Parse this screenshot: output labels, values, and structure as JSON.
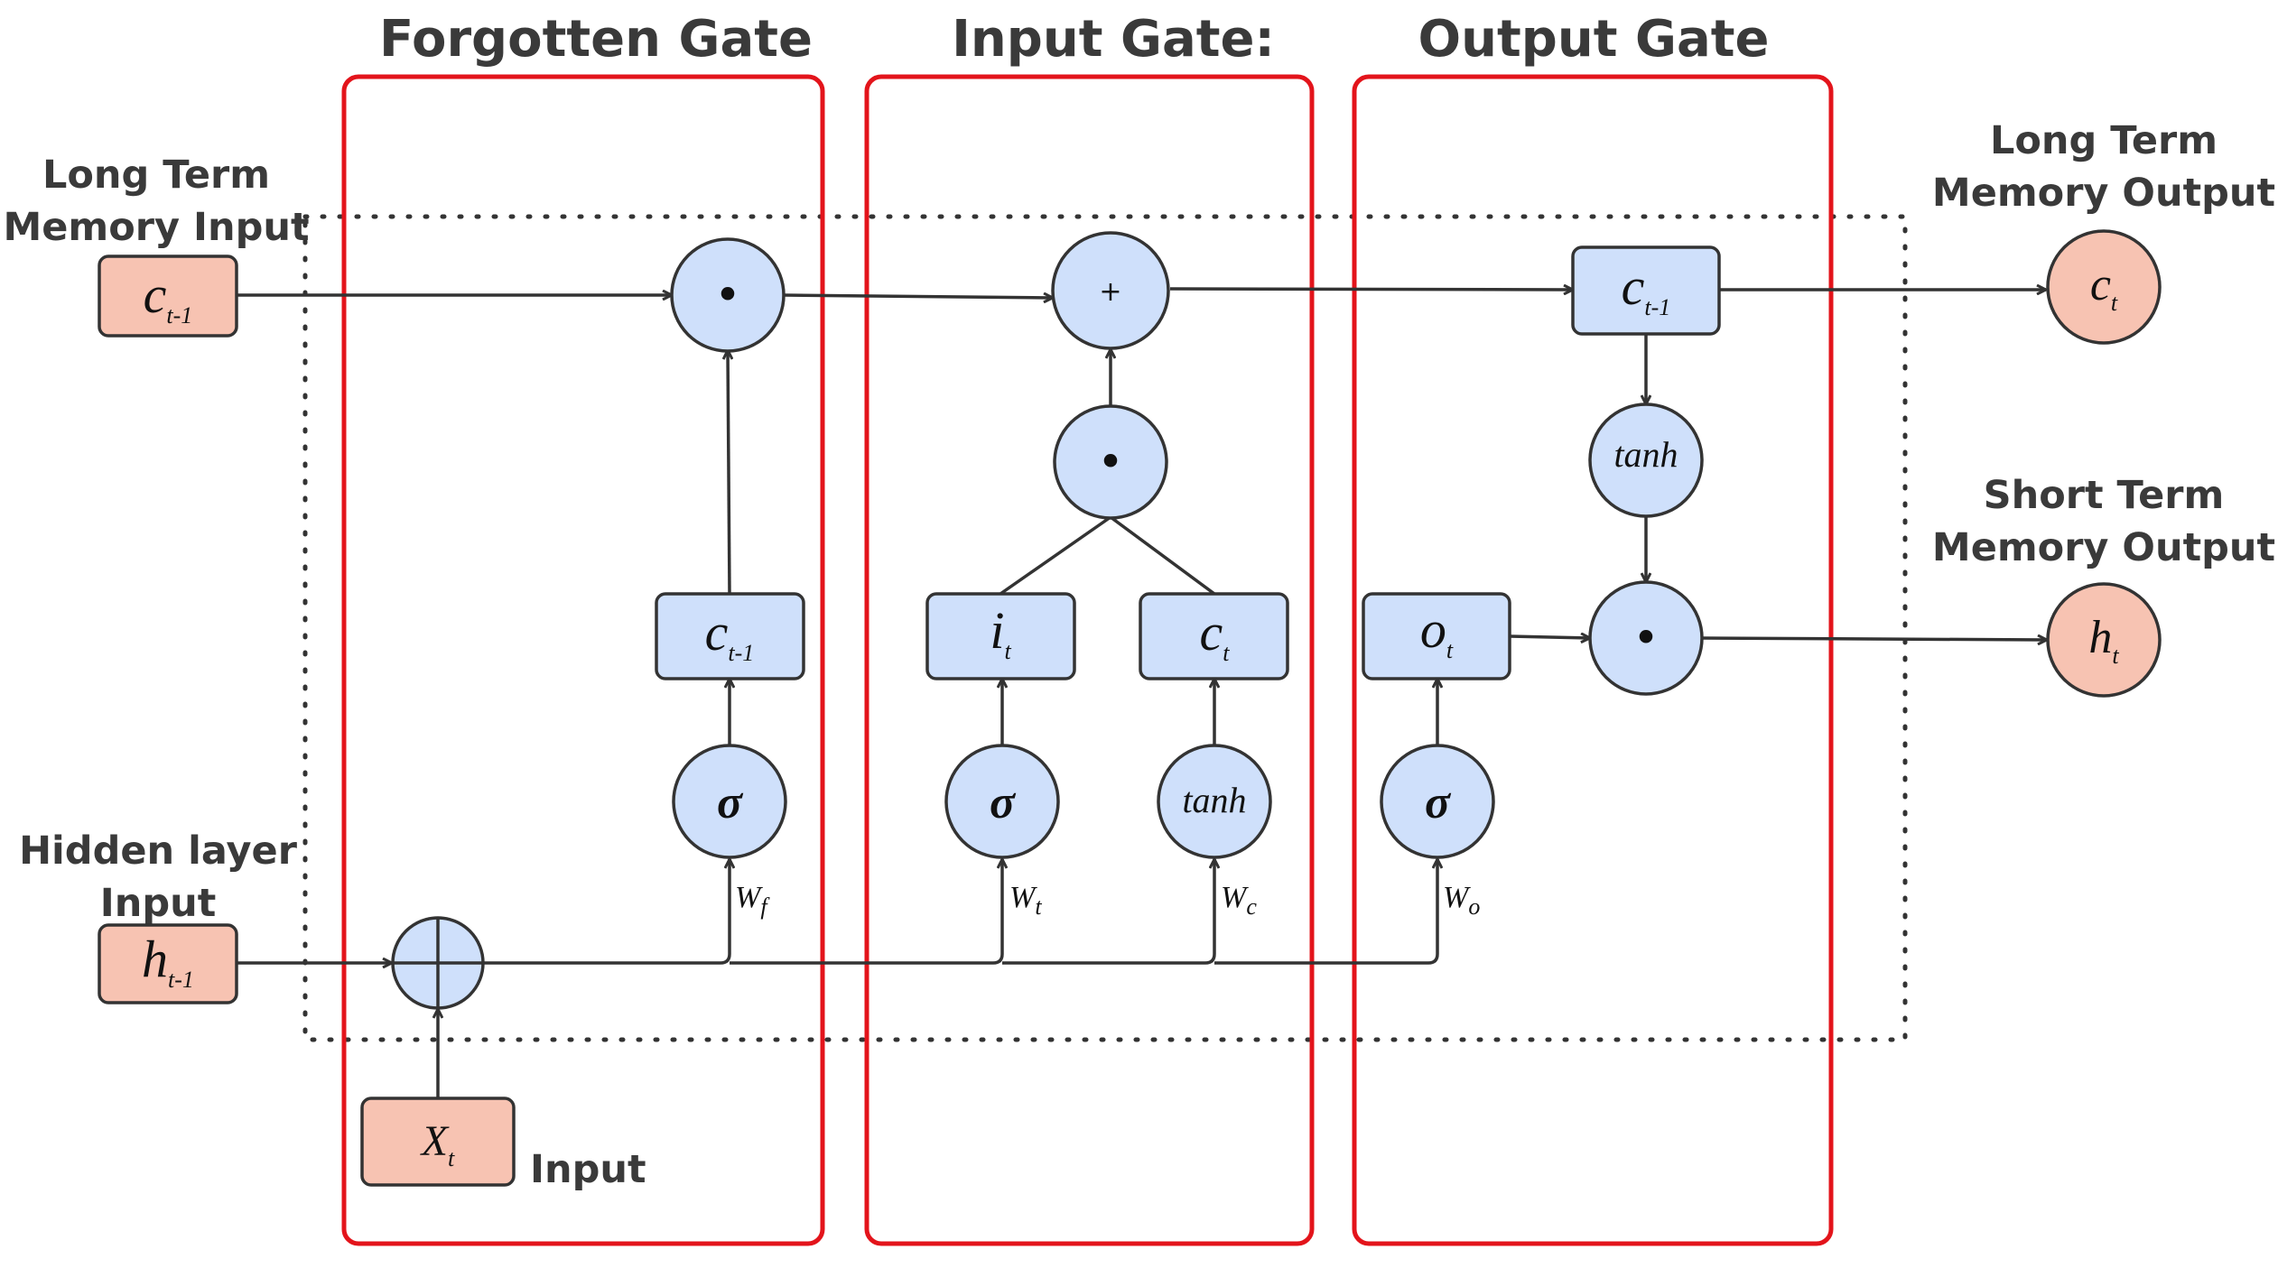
{
  "gates": {
    "forget_title": "Forgotten Gate",
    "input_title": "Input Gate:",
    "output_title": "Output Gate"
  },
  "labels": {
    "ltm_input_line1": "Long Term",
    "ltm_input_line2": "Memory Input",
    "hidden_input_line1": "Hidden layer",
    "hidden_input_line2": "Input",
    "input": "Input",
    "ltm_output_line1": "Long Term",
    "ltm_output_line2": "Memory Output",
    "stm_output_line1": "Short Term",
    "stm_output_line2": "Memory Output"
  },
  "nodes": {
    "c_prev_input": {
      "main": "c",
      "sub": "t-1"
    },
    "h_prev_input": {
      "main": "h",
      "sub": "t-1"
    },
    "x_input": {
      "main": "X",
      "sub": "t"
    },
    "forget_state": {
      "main": "c",
      "sub": "t-1"
    },
    "forget_sigma": "σ",
    "forget_weight": {
      "main": "W",
      "sub": "f"
    },
    "forget_mult": "•",
    "input_it": {
      "main": "i",
      "sub": "t"
    },
    "input_ct": {
      "main": "c",
      "sub": "t"
    },
    "input_sigma": "σ",
    "input_tanh": "tanh",
    "input_weight_i": {
      "main": "W",
      "sub": "t"
    },
    "input_weight_c": {
      "main": "W",
      "sub": "c"
    },
    "input_mult": "•",
    "input_add": "+",
    "output_state": {
      "main": "c",
      "sub": "t-1"
    },
    "output_tanh": "tanh",
    "output_ot": {
      "main": "o",
      "sub": "t"
    },
    "output_sigma": "σ",
    "output_weight": {
      "main": "W",
      "sub": "o"
    },
    "output_mult": "•",
    "ct_output": {
      "main": "c",
      "sub": "t"
    },
    "ht_output": {
      "main": "h",
      "sub": "t"
    }
  },
  "colors": {
    "gate_border": "#e3141b",
    "node_fill": "#cfe0fb",
    "io_fill": "#f7c3b2",
    "line": "#333333"
  }
}
